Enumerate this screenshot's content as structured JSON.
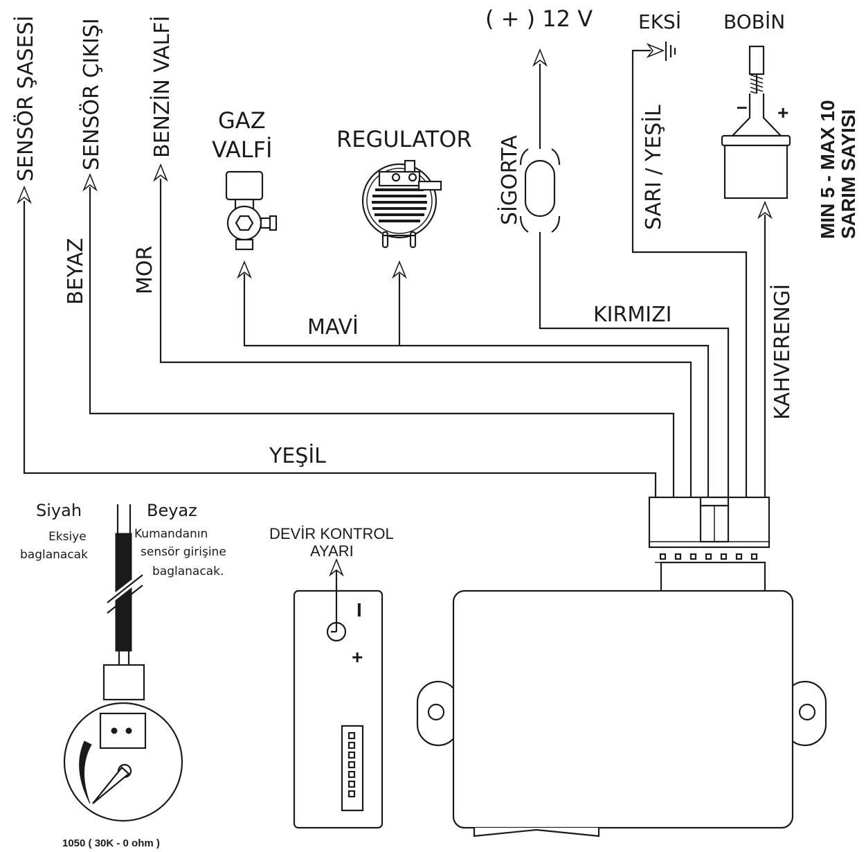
{
  "outputs": {
    "sensor_ground": "SENSÖR ŞASESİ",
    "sensor_output": "SENSÖR ÇIKIŞI",
    "petrol_valve": "BENZİN VALFİ",
    "gas_valve_line1": "GAZ",
    "gas_valve_line2": "VALFİ",
    "regulator": "REGULATOR",
    "fuse": "SİGORTA",
    "power": "( + ) 12 V",
    "ground": "EKSİ",
    "coil": "BOBİN",
    "coil_turns_line1": "MIN 5 - MAX 10",
    "coil_turns_line2": "SARIM SAYISI",
    "coil_minus": "–",
    "coil_plus": "+"
  },
  "wires": {
    "green": "YEŞİL",
    "white": "BEYAZ",
    "purple": "MOR",
    "blue": "MAVİ",
    "red": "KIRMIZI",
    "yellow_green": "SARI  / YEŞİL",
    "brown": "KAHVERENGİ"
  },
  "sensor": {
    "black_label": "Siyah",
    "white_label": "Beyaz",
    "black_note_line1": "Eksiye",
    "black_note_line2": "baglanacak",
    "white_note_line1": "Kumandanın",
    "white_note_line2": "sensör girişine",
    "white_note_line3": "baglanacak.",
    "caption": "1050  ( 30K -  0 ohm )"
  },
  "rpm_control": {
    "label_line1": "DEVİR KONTROL",
    "label_line2": "AYARI",
    "minus": "I",
    "plus": "+"
  }
}
